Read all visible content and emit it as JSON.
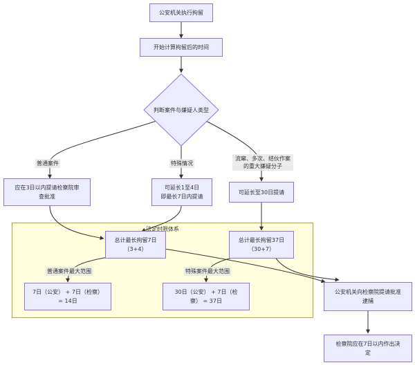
{
  "nodes": {
    "start": "公安机关执行拘留",
    "calc": "开始计算拘留后的时间",
    "decision": "判断案件与嫌疑人类型",
    "normal_apply_l1": "应在3日以内提请检察院审",
    "normal_apply_l2": "查批准",
    "special_extend_l1": "可延长1至4日",
    "special_extend_l2": "即最长7日内提请",
    "major_extend": "可延长至30日提请",
    "total7_l1": "总计最长拘留7日",
    "total7_l2": "（3+4）",
    "total37_l1": "总计最长拘留37日",
    "total37_l2": "（30+7）",
    "range7_l1": "7日（公安） + 7日（检察）",
    "range7_l2": "= 14日",
    "range37_l1": "30日（公安） + 7日（检",
    "range37_l2": "察） = 37日",
    "submit_l1": "公安机关向检察院提请批准",
    "submit_l2": "逮捕",
    "decide_l1": "检察院应在7日以内作出决",
    "decide_l2": "定"
  },
  "edge_labels": {
    "normal": "普通案件",
    "special": "特殊情况",
    "major_l1": "流窜、多次、结伙作案",
    "major_l2": "的重大嫌疑分子",
    "normal_max": "普通案件最大范围",
    "special_max": "特殊案件最大范围"
  },
  "cluster": {
    "title": "法定时限体系"
  },
  "colors": {
    "node_fill": "#ECECFF",
    "node_border": "#9370DB",
    "cluster_fill": "#ffffde",
    "cluster_border": "#aaaa33",
    "edge": "#333333"
  }
}
